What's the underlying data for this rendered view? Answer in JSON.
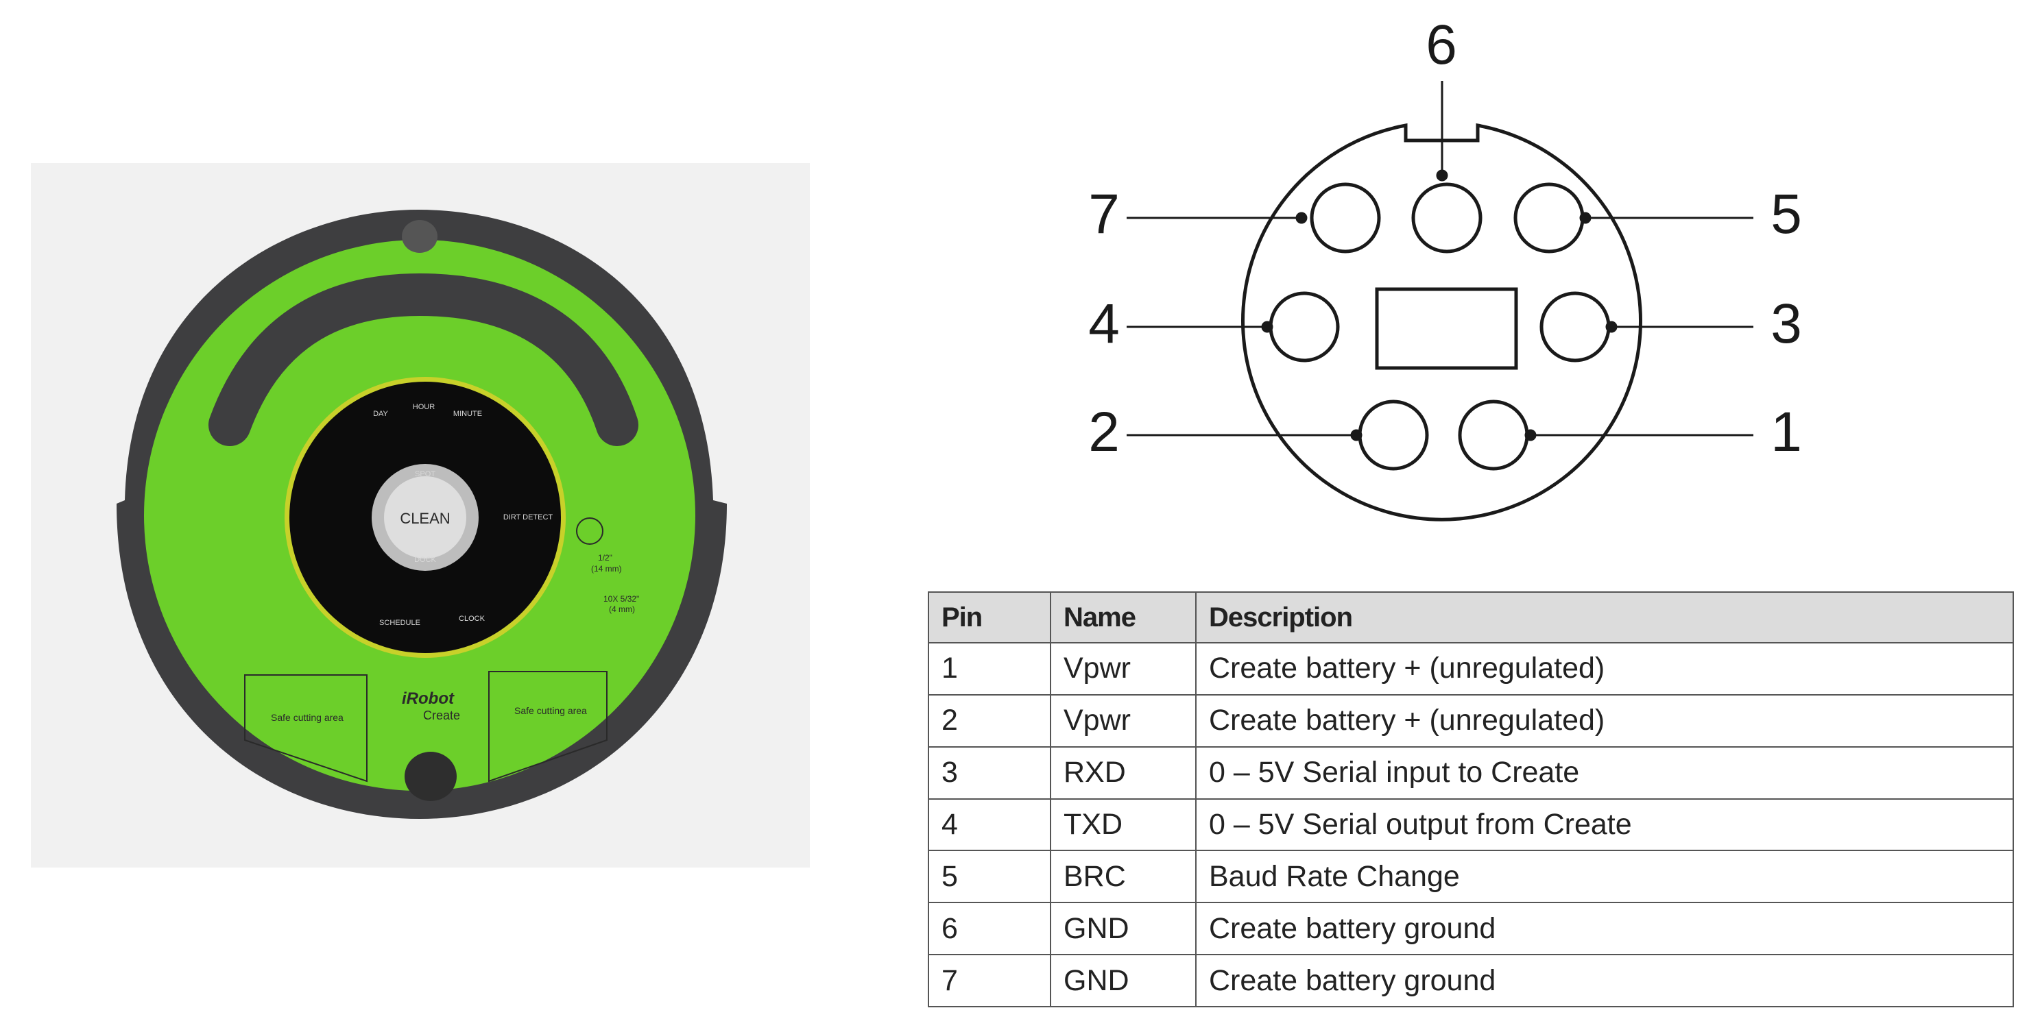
{
  "robot": {
    "brand": "iRobot",
    "model": "Create",
    "clean_button": "CLEAN",
    "spot_label": "SPOT",
    "dock_label": "DOCK",
    "top_buttons": [
      "DAY",
      "HOUR",
      "MINUTE"
    ],
    "bottom_buttons": [
      "SCHEDULE",
      "CLOCK"
    ],
    "dirt_detect": "DIRT DETECT",
    "hole_label_1": "1/2\"",
    "hole_label_2": "(14 mm)",
    "screw_label_1": "10X 5/32\"",
    "screw_label_2": "(4 mm)",
    "cutting_area_left": "Safe cutting area",
    "cutting_area_right": "Safe cutting area",
    "colors": {
      "body": "#6ccf2a",
      "bumper": "#3e3e40",
      "panel": "#0c0c0c"
    }
  },
  "connector": {
    "pins": [
      {
        "label": "6"
      },
      {
        "label": "7"
      },
      {
        "label": "5"
      },
      {
        "label": "4"
      },
      {
        "label": "3"
      },
      {
        "label": "2"
      },
      {
        "label": "1"
      }
    ]
  },
  "table": {
    "headers": [
      "Pin",
      "Name",
      "Description"
    ],
    "rows": [
      [
        "1",
        "Vpwr",
        "Create battery + (unregulated)"
      ],
      [
        "2",
        "Vpwr",
        "Create battery + (unregulated)"
      ],
      [
        "3",
        "RXD",
        "0 – 5V Serial input to Create"
      ],
      [
        "4",
        "TXD",
        "0 – 5V Serial output from Create"
      ],
      [
        "5",
        "BRC",
        "Baud Rate Change"
      ],
      [
        "6",
        "GND",
        "Create battery ground"
      ],
      [
        "7",
        "GND",
        "Create battery ground"
      ]
    ]
  }
}
